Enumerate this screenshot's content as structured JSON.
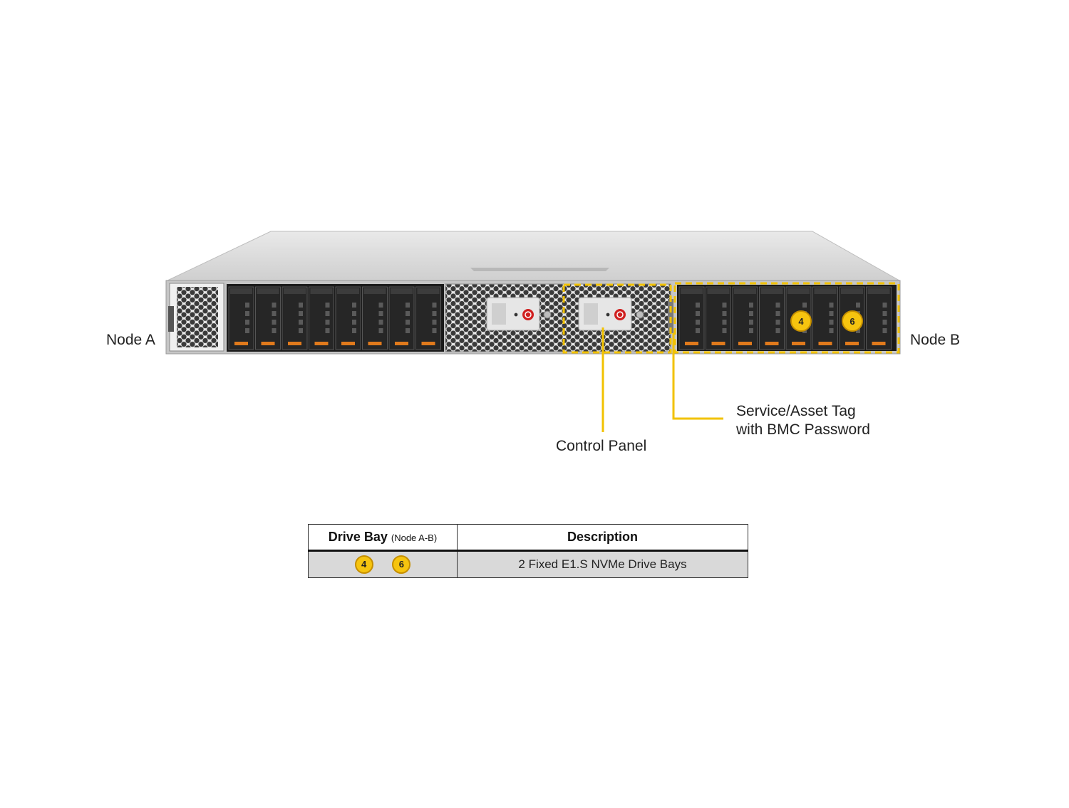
{
  "labels": {
    "node_a": "Node A",
    "node_b": "Node B",
    "control_panel": "Control Panel",
    "service_tag_line1": "Service/Asset Tag",
    "service_tag_line2": "with BMC Password"
  },
  "drive_callouts": [
    "4",
    "6"
  ],
  "table": {
    "header_drive_bay": "Drive Bay",
    "header_drive_bay_sub": "(Node A-B)",
    "header_description": "Description",
    "row": {
      "bays": [
        "4",
        "6"
      ],
      "description": "2 Fixed E1.S NVMe Drive Bays"
    }
  },
  "colors": {
    "callout_yellow": "#f2c200",
    "chassis_gray": "#c8c8c8",
    "drive_black": "#262626",
    "drive_tab_orange": "#e07a1c",
    "power_red": "#d02020"
  }
}
